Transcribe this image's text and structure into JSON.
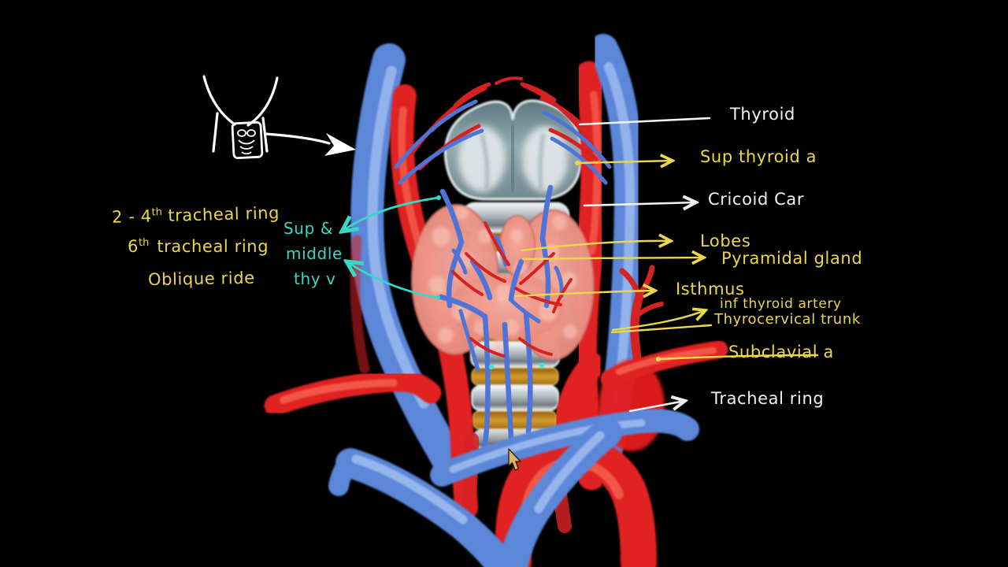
{
  "colors": {
    "label-yellow": "#ecd74b",
    "label-white": "#f2f2ef",
    "label-teal": "#38d8c8",
    "artery-red": "#e12020",
    "vein-blue": "#5b86d8",
    "gland-pink": "#f2a396",
    "cartilage-teal": "#8fa9ae",
    "ring-orange": "#d79c2d",
    "ring-silver": "#dfe5e9",
    "cursor-tan": "#d9b36c"
  },
  "labels_left": {
    "l1_pre": "2 - 4",
    "l1_sup": "th",
    "l1_post": " tracheal ring",
    "l2_pre": "6",
    "l2_sup": "th",
    "l2_post": "tracheal ring",
    "l3": "Oblique ride"
  },
  "vein_label": {
    "l1": "Sup &",
    "l2": "middle",
    "l3": "thy v"
  },
  "labels_right": {
    "thyroid": "Thyroid",
    "sup_thyroid_a": "Sup thyroid a",
    "cricoid_car": "Cricoid Car",
    "lobes": "Lobes",
    "pyramidal_gland": "Pyramidal gland",
    "isthmus": "Isthmus",
    "inf_thyroid_artery": "inf thyroid artery",
    "thyrocervical_trunk": "Thyrocervical trunk",
    "subclavial_a": "Subclavial a",
    "tracheal_ring": "Tracheal ring"
  }
}
